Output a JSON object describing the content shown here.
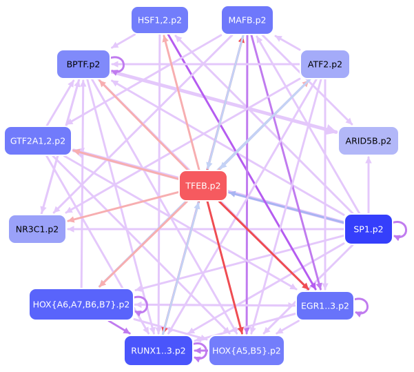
{
  "colors": {
    "background": "#ffffff",
    "node_border": "#ffffff",
    "center_node_fill": "#f65a5f",
    "edge_lavender": "#e4c8fb",
    "edge_violet": "#c07bef",
    "edge_purple": "#b55cf0",
    "edge_pink": "#f7aeb0",
    "edge_red": "#ef4c52",
    "edge_blue": "#a8b4f2",
    "edge_lightblue": "#c3d2f6"
  },
  "nodes": [
    {
      "id": "hsf1",
      "label": "HSF1,2.p2",
      "fill": "#727dfb",
      "text_color": "#ffffff"
    },
    {
      "id": "mafb",
      "label": "MAFB.p2",
      "fill": "#6e78fb",
      "text_color": "#ffffff"
    },
    {
      "id": "bptf",
      "label": "BPTF.p2",
      "fill": "#808afa",
      "text_color": "#000000"
    },
    {
      "id": "atf2",
      "label": "ATF2.p2",
      "fill": "#a4abf9",
      "text_color": "#000000"
    },
    {
      "id": "gtf2a1",
      "label": "GTF2A1,2.p2",
      "fill": "#717bfb",
      "text_color": "#ffffff"
    },
    {
      "id": "arid5b",
      "label": "ARID5B.p2",
      "fill": "#b2b7f8",
      "text_color": "#000000"
    },
    {
      "id": "tfeb",
      "label": "TFEB.p2",
      "fill": "#f65a5f",
      "text_color": "#ffffff"
    },
    {
      "id": "nr3c1",
      "label": "NR3C1.p2",
      "fill": "#9aa1f9",
      "text_color": "#000000"
    },
    {
      "id": "sp1",
      "label": "SP1.p2",
      "fill": "#353ffb",
      "text_color": "#ffffff"
    },
    {
      "id": "hox_a6",
      "label": "HOX{A6,A7,B6,B7}.p2",
      "fill": "#5964fb",
      "text_color": "#ffffff"
    },
    {
      "id": "egr1",
      "label": "EGR1..3.p2",
      "fill": "#6873fa",
      "text_color": "#ffffff"
    },
    {
      "id": "runx1",
      "label": "RUNX1..3.p2",
      "fill": "#4a55fb",
      "text_color": "#ffffff"
    },
    {
      "id": "hox_a5",
      "label": "HOX{A5,B5}.p2",
      "fill": "#737dfb",
      "text_color": "#ffffff"
    }
  ],
  "edges": [
    {
      "from": "sp1",
      "to": "bptf",
      "color": "#e4c8fb",
      "weight": 3
    },
    {
      "from": "sp1",
      "to": "gtf2a1",
      "color": "#e4c8fb",
      "weight": 5
    },
    {
      "from": "sp1",
      "to": "nr3c1",
      "color": "#e4c8fb",
      "weight": 3
    },
    {
      "from": "sp1",
      "to": "hox_a6",
      "color": "#e4c8fb",
      "weight": 3
    },
    {
      "from": "sp1",
      "to": "runx1",
      "color": "#e4c8fb",
      "weight": 3
    },
    {
      "from": "sp1",
      "to": "hox_a5",
      "color": "#e4c8fb",
      "weight": 3
    },
    {
      "from": "sp1",
      "to": "mafb",
      "color": "#e4c8fb",
      "weight": 3
    },
    {
      "from": "sp1",
      "to": "hsf1",
      "color": "#e4c8fb",
      "weight": 3
    },
    {
      "from": "sp1",
      "to": "arid5b",
      "color": "#e4c8fb",
      "weight": 3
    },
    {
      "from": "sp1",
      "to": "tfeb",
      "color": "#a8b4f2",
      "weight": 3
    },
    {
      "from": "bptf",
      "to": "arid5b",
      "color": "#e4c8fb",
      "weight": 5
    },
    {
      "from": "bptf",
      "to": "egr1",
      "color": "#e4c8fb",
      "weight": 3
    },
    {
      "from": "bptf",
      "to": "runx1",
      "color": "#e4c8fb",
      "weight": 3
    },
    {
      "from": "bptf",
      "to": "hox_a5",
      "color": "#e4c8fb",
      "weight": 3
    },
    {
      "from": "bptf",
      "to": "nr3c1",
      "color": "#e4c8fb",
      "weight": 3
    },
    {
      "from": "hsf1",
      "to": "bptf",
      "color": "#e4c8fb",
      "weight": 3
    },
    {
      "from": "hsf1",
      "to": "egr1",
      "color": "#b55cf0",
      "weight": 3
    },
    {
      "from": "hsf1",
      "to": "runx1",
      "color": "#e4c8fb",
      "weight": 3
    },
    {
      "from": "mafb",
      "to": "egr1",
      "color": "#c07bef",
      "weight": 3
    },
    {
      "from": "mafb",
      "to": "hox_a5",
      "color": "#c07bef",
      "weight": 3
    },
    {
      "from": "mafb",
      "to": "gtf2a1",
      "color": "#e4c8fb",
      "weight": 3
    },
    {
      "from": "mafb",
      "to": "nr3c1",
      "color": "#e4c8fb",
      "weight": 3
    },
    {
      "from": "mafb",
      "to": "runx1",
      "color": "#e4c8fb",
      "weight": 3
    },
    {
      "from": "mafb",
      "to": "arid5b",
      "color": "#e4c8fb",
      "weight": 3
    },
    {
      "from": "atf2",
      "to": "mafb",
      "color": "#e4c8fb",
      "weight": 3
    },
    {
      "from": "atf2",
      "to": "bptf",
      "color": "#e4c8fb",
      "weight": 3
    },
    {
      "from": "atf2",
      "to": "nr3c1",
      "color": "#e4c8fb",
      "weight": 3
    },
    {
      "from": "atf2",
      "to": "runx1",
      "color": "#e4c8fb",
      "weight": 3
    },
    {
      "from": "atf2",
      "to": "hox_a5",
      "color": "#e4c8fb",
      "weight": 3
    },
    {
      "from": "atf2",
      "to": "egr1",
      "color": "#e4c8fb",
      "weight": 3
    },
    {
      "from": "atf2",
      "to": "hox_a6",
      "color": "#c3d2f6",
      "weight": 3
    },
    {
      "from": "gtf2a1",
      "to": "bptf",
      "color": "#e4c8fb",
      "weight": 3
    },
    {
      "from": "gtf2a1",
      "to": "egr1",
      "color": "#e4c8fb",
      "weight": 3
    },
    {
      "from": "gtf2a1",
      "to": "runx1",
      "color": "#e4c8fb",
      "weight": 3
    },
    {
      "from": "gtf2a1",
      "to": "hox_a5",
      "color": "#e4c8fb",
      "weight": 3
    },
    {
      "from": "nr3c1",
      "to": "bptf",
      "color": "#e4c8fb",
      "weight": 3
    },
    {
      "from": "hox_a6",
      "to": "runx1",
      "color": "#c07bef",
      "weight": 3
    },
    {
      "from": "hox_a6",
      "to": "hox_a5",
      "color": "#e4c8fb",
      "weight": 3
    },
    {
      "from": "hox_a6",
      "to": "egr1",
      "color": "#e4c8fb",
      "weight": 3
    },
    {
      "from": "hox_a6",
      "to": "bptf",
      "color": "#e4c8fb",
      "weight": 3
    },
    {
      "from": "egr1",
      "to": "runx1",
      "color": "#e4c8fb",
      "weight": 3
    },
    {
      "from": "egr1",
      "to": "hox_a5",
      "color": "#e4c8fb",
      "weight": 3
    },
    {
      "from": "egr1",
      "to": "hox_a6",
      "color": "#e4c8fb",
      "weight": 3
    },
    {
      "from": "hox_a5",
      "to": "runx1",
      "color": "#c07bef",
      "weight": 3
    },
    {
      "from": "tfeb",
      "to": "hsf1",
      "color": "#f7aeb0",
      "weight": 3
    },
    {
      "from": "tfeb",
      "to": "mafb",
      "color": "#ef4c52",
      "weight": 3
    },
    {
      "from": "tfeb",
      "to": "bptf",
      "color": "#f7aeb0",
      "weight": 3
    },
    {
      "from": "tfeb",
      "to": "atf2",
      "color": "#f7aeb0",
      "weight": 3
    },
    {
      "from": "tfeb",
      "to": "nr3c1",
      "color": "#f7aeb0",
      "weight": 3
    },
    {
      "from": "tfeb",
      "to": "hox_a6",
      "color": "#f7aeb0",
      "weight": 3
    },
    {
      "from": "tfeb",
      "to": "runx1",
      "color": "#ef4c52",
      "weight": 3
    },
    {
      "from": "tfeb",
      "to": "hox_a5",
      "color": "#ef4c52",
      "weight": 3
    },
    {
      "from": "tfeb",
      "to": "egr1",
      "color": "#ef4c52",
      "weight": 3
    },
    {
      "from": "tfeb",
      "to": "gtf2a1",
      "color": "#f7aeb0",
      "weight": 3
    },
    {
      "from": "runx1",
      "to": "tfeb",
      "color": "#c3d2f6",
      "weight": 3
    },
    {
      "from": "mafb",
      "to": "tfeb",
      "color": "#c3d2f6",
      "weight": 3
    },
    {
      "from": "atf2",
      "to": "tfeb",
      "color": "#c3d2f6",
      "weight": 3
    }
  ],
  "self_loops": [
    {
      "node": "bptf",
      "color": "#c07bef"
    },
    {
      "node": "sp1",
      "color": "#c07bef"
    },
    {
      "node": "hox_a6",
      "color": "#c07bef"
    },
    {
      "node": "egr1",
      "color": "#c07bef"
    },
    {
      "node": "runx1",
      "color": "#c07bef"
    }
  ]
}
